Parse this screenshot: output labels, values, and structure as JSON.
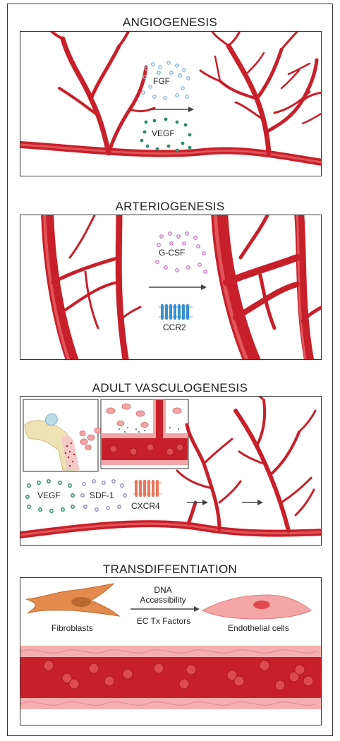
{
  "sections": [
    {
      "title": "ANGIOGENESIS",
      "labels": {
        "factor1": "FGF",
        "factor2": "VEGF"
      }
    },
    {
      "title": "ARTERIOGENESIS",
      "labels": {
        "factor1": "G-CSF",
        "receptor": "CCR2"
      }
    },
    {
      "title": "ADULT VASCULOGENESIS",
      "labels": {
        "factor1": "VEGF",
        "factor2": "SDF-1",
        "receptor": "CXCR4"
      }
    },
    {
      "title": "TRANSDIFFENTIATION",
      "labels": {
        "source": "Fibroblasts",
        "process_top": "DNA\nAccessibility",
        "process_bottom": "EC Tx Factors",
        "target": "Endothelial cells"
      }
    }
  ],
  "colors": {
    "vessel": "#c8202a",
    "vessel_light": "#e04a4f",
    "fgf_dots": "#8ab4d6",
    "vegf_dots": "#2e8b6e",
    "gcsf_dots": "#c97bc6",
    "sdf_dots": "#9a8fc9",
    "receptor_blue": "#3a8fd0",
    "receptor_orange": "#e9765a",
    "fibroblast": "#e38a4d",
    "endothelial": "#f4a6a6",
    "bone": "#efe3b6"
  }
}
